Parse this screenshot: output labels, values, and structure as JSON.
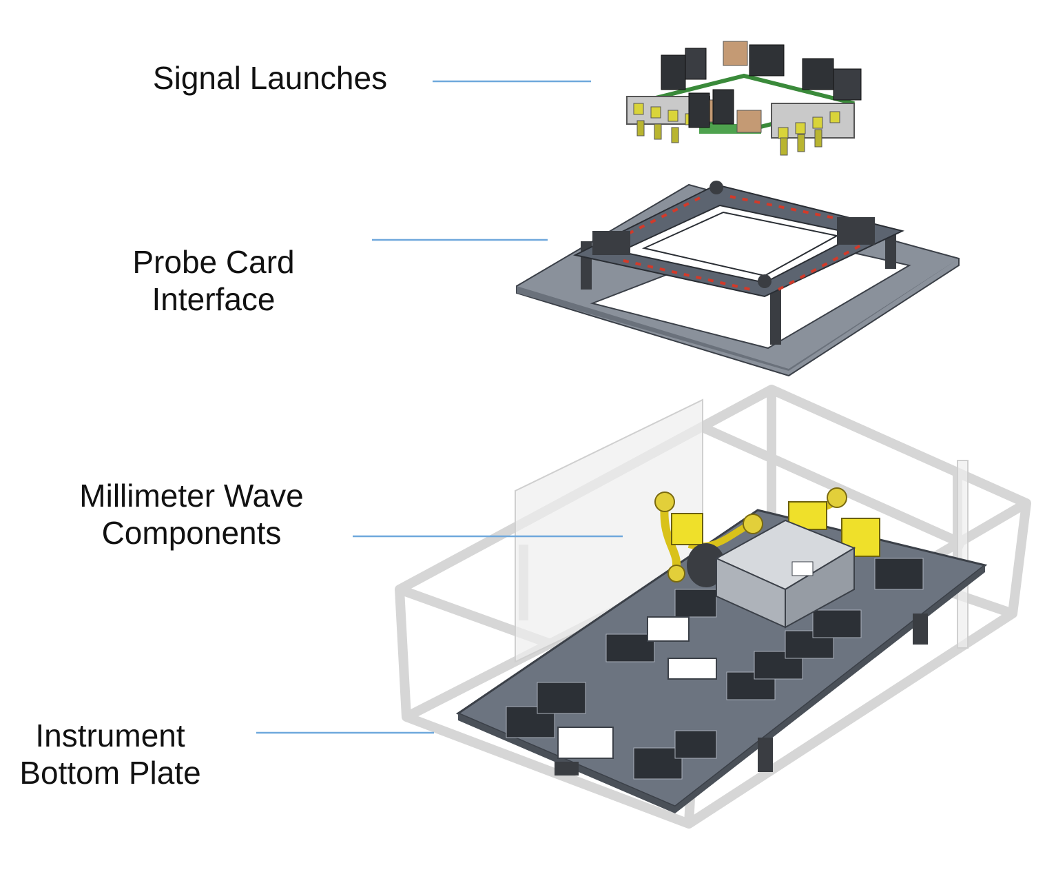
{
  "labels": {
    "signal_launches": {
      "lines": [
        "Signal Launches"
      ]
    },
    "probe_card_interface": {
      "lines": [
        "Probe Card",
        "Interface"
      ]
    },
    "millimeter_wave_components": {
      "lines": [
        "Millimeter Wave",
        "Components"
      ]
    },
    "instrument_bottom_plate": {
      "lines": [
        "Instrument",
        "Bottom Plate"
      ]
    }
  },
  "colors": {
    "leader_line": "#6fa8dc",
    "plate": "#5c6470",
    "plate_edge": "#3b4048",
    "frame": "#e4e4e4",
    "waveguide": "#d9c21a",
    "connector": "#cfcf3a",
    "red_marker": "#d23a2a"
  }
}
